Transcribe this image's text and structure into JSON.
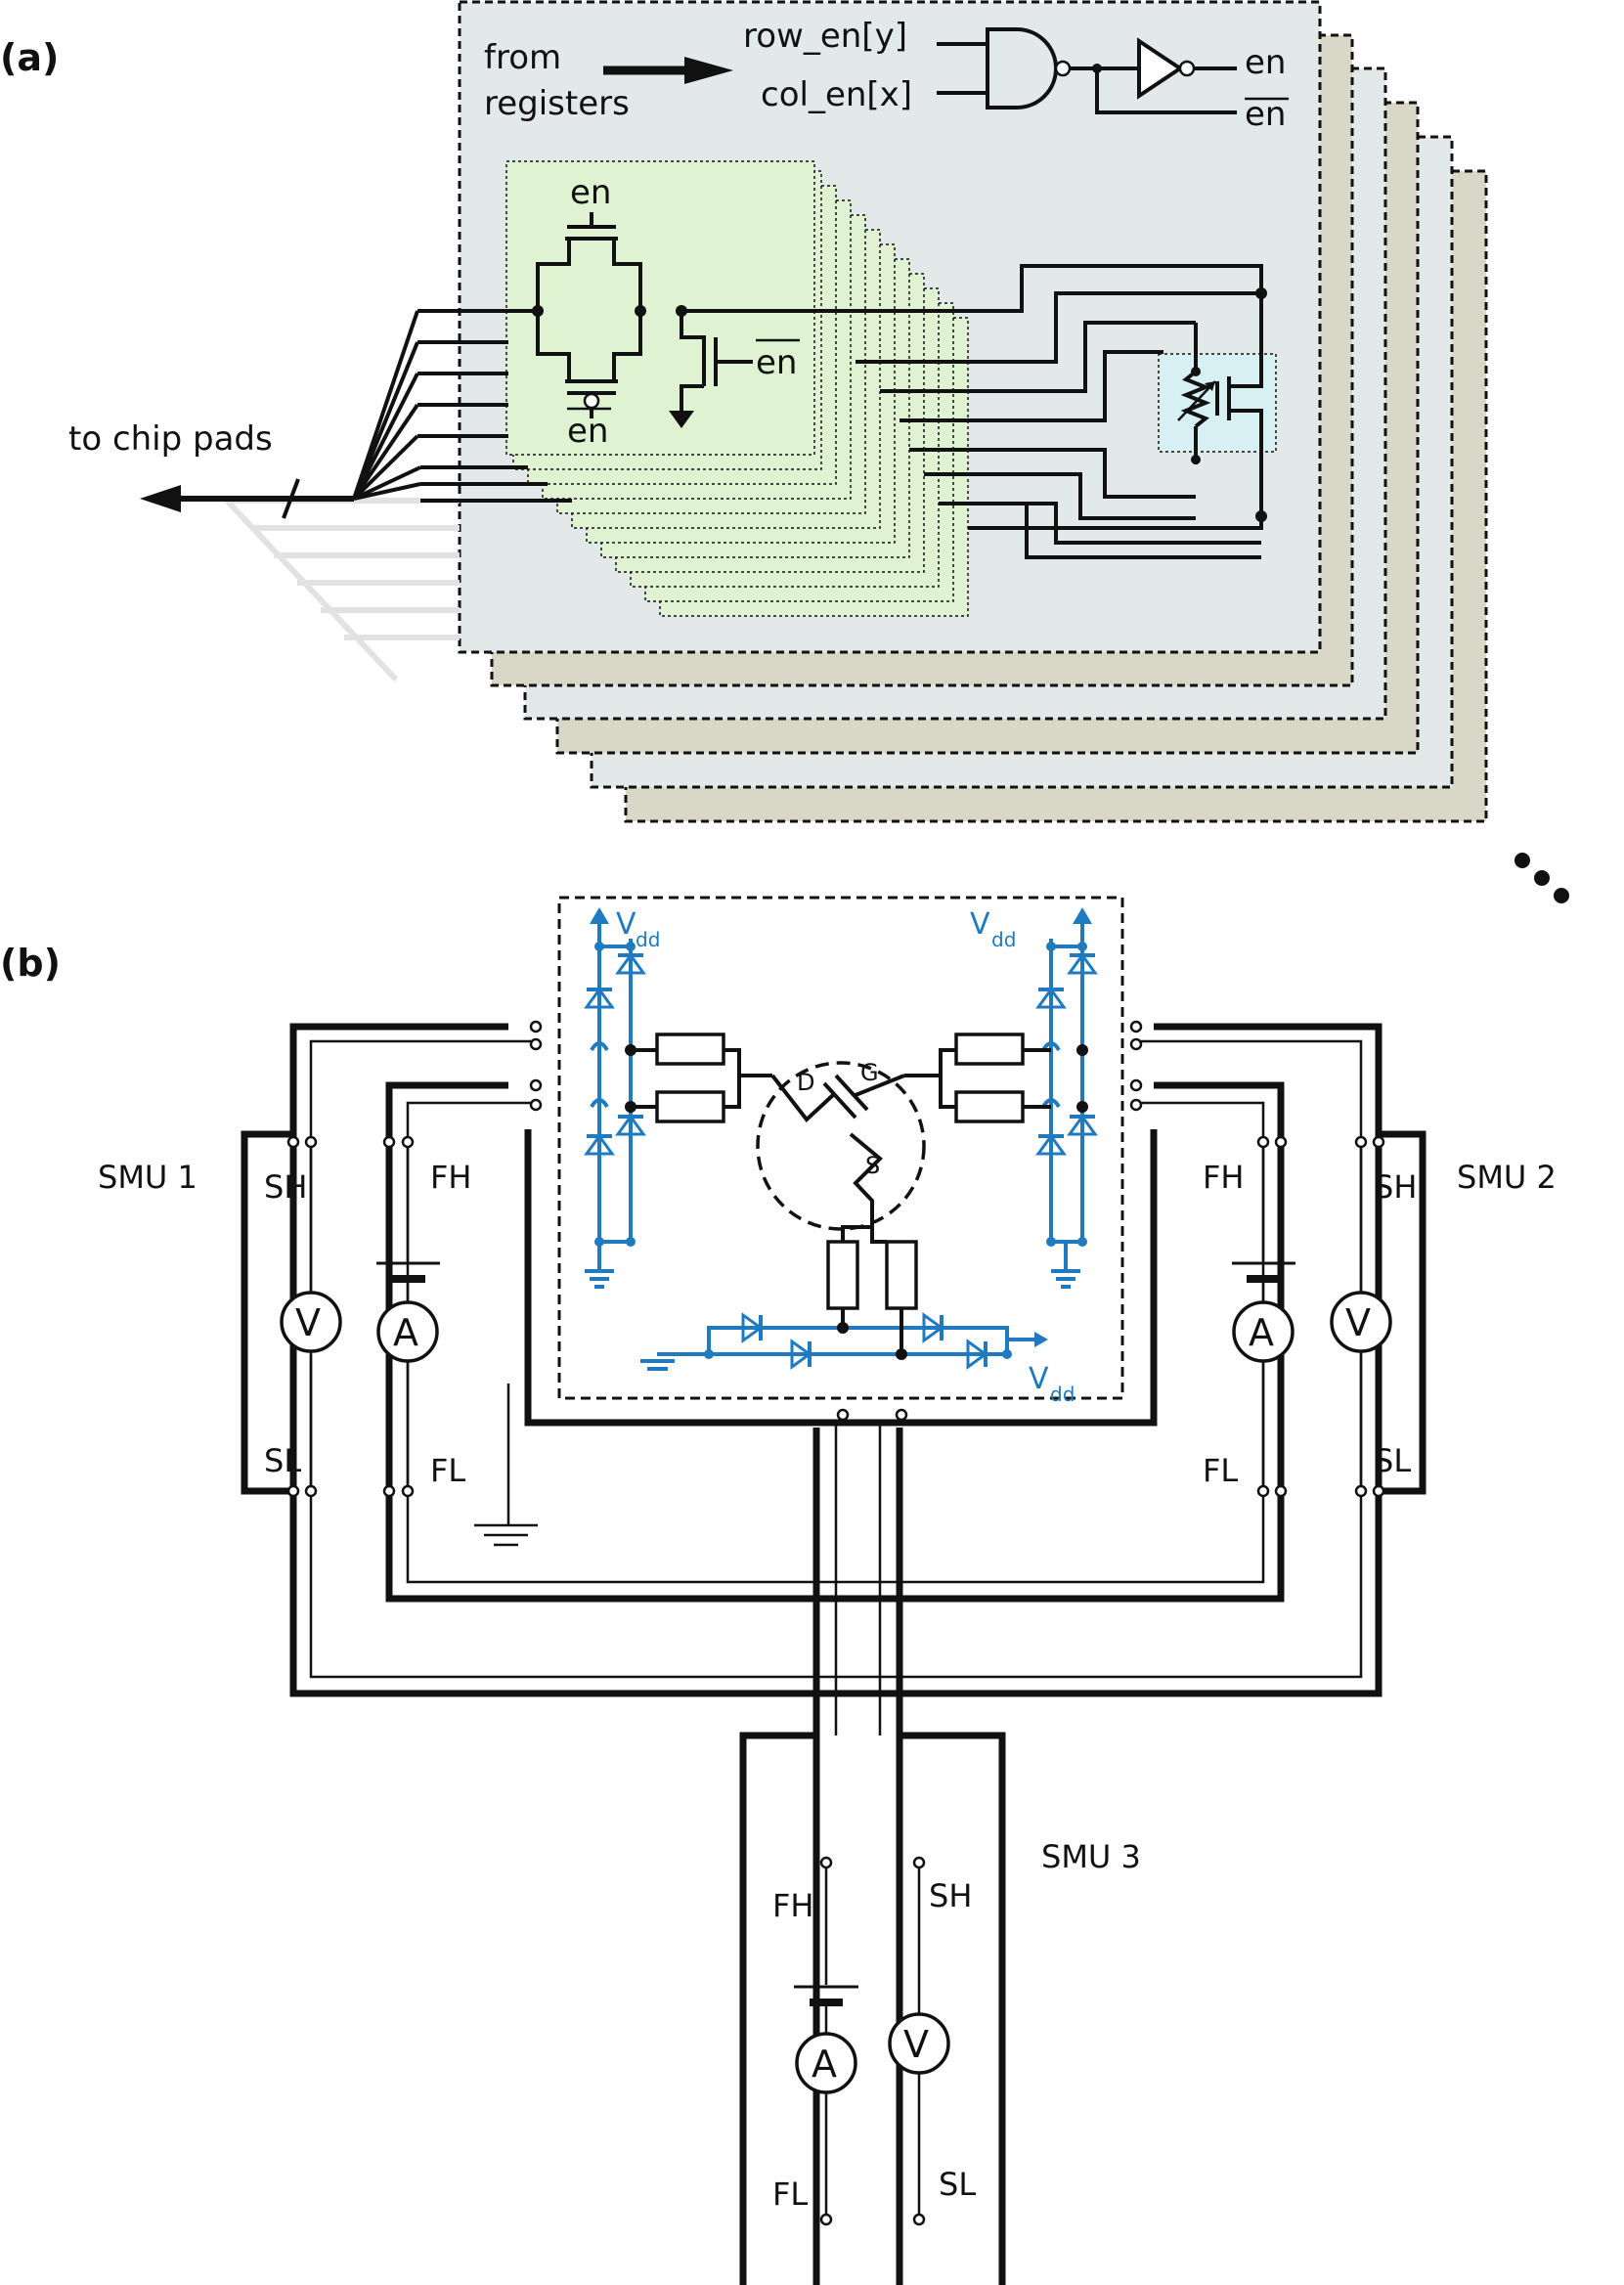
{
  "panel_a": {
    "label": "(a)",
    "from_registers": [
      "from",
      "registers"
    ],
    "row_en": "row_en[y]",
    "col_en": "col_en[x]",
    "en": "en",
    "en_bar": "en",
    "to_chip_pads": "to chip pads"
  },
  "panel_b": {
    "label": "(b)",
    "smu1": "SMU 1",
    "smu2": "SMU 2",
    "smu3": "SMU 3",
    "sh": "SH",
    "fh": "FH",
    "sl": "SL",
    "fl": "FL",
    "voltmeter": "V",
    "ammeter": "A",
    "vdd": "V",
    "vdd_sub": "dd",
    "drain": "D",
    "gate": "G",
    "source": "S"
  },
  "colors": {
    "line": "#111111",
    "protection_circuit": "#1f7ac0",
    "cell_bg": "#e3e8e8",
    "cell_alt_bg": "#d9d7c8",
    "mux_bg": "#dff3d2",
    "dut_bg": "#d6f0f4"
  }
}
